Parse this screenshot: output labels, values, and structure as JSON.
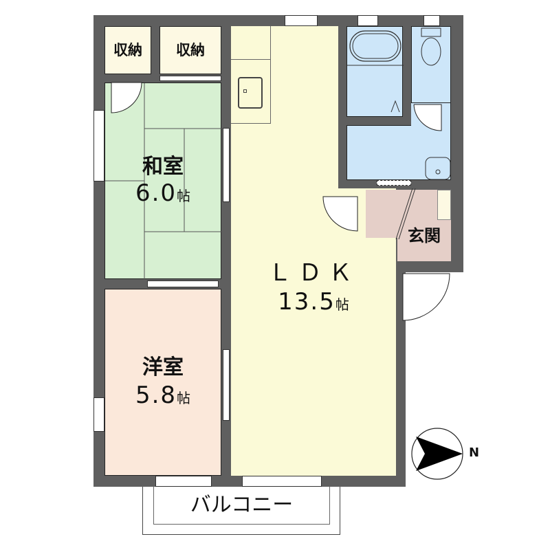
{
  "floorplan": {
    "rooms": [
      {
        "id": "storage-1",
        "name": "収納",
        "color": "#fdf9e3"
      },
      {
        "id": "storage-2",
        "name": "収納",
        "color": "#fdf9e3"
      },
      {
        "id": "washitsu",
        "name": "和室",
        "area": "6.0",
        "unit": "帖",
        "color": "#d7f0d2"
      },
      {
        "id": "youshitsu",
        "name": "洋室",
        "area": "5.8",
        "unit": "帖",
        "color": "#fbe8da"
      },
      {
        "id": "ldk",
        "name": "ＬＤＫ",
        "area": "13.5",
        "unit": "帖",
        "color": "#fbfad7"
      },
      {
        "id": "genkan",
        "name": "玄関",
        "color": "#e5cfc8"
      },
      {
        "id": "bathroom",
        "name": "",
        "color": "#cde6f9"
      },
      {
        "id": "toilet",
        "name": "",
        "color": "#cde6f9"
      },
      {
        "id": "washroom",
        "name": "",
        "color": "#cde6f9"
      }
    ],
    "balcony": {
      "name": "バルコニー"
    },
    "compass": {
      "direction_label": "N",
      "points": "right"
    },
    "wall_color": "#5f5f5f"
  }
}
